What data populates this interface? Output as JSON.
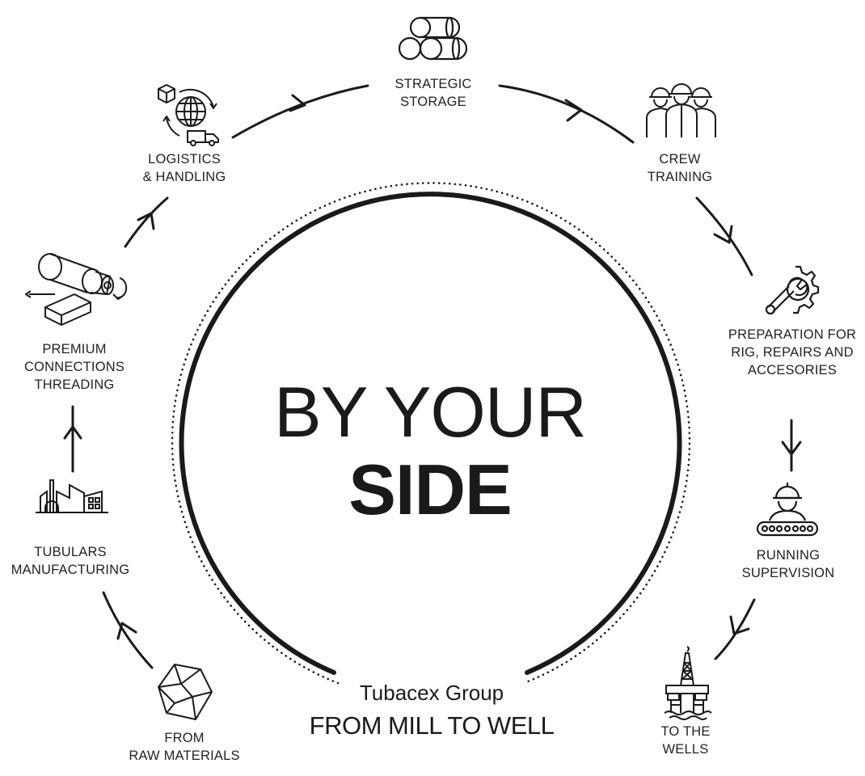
{
  "title": {
    "line1": "BY YOUR",
    "line2": "SIDE"
  },
  "brand": "Tubacex Group",
  "tagline": "FROM MILL TO WELL",
  "stages": [
    {
      "id": "strategic-storage",
      "icon": "pipe-stack-icon",
      "lines": [
        "STRATEGIC",
        "STORAGE"
      ]
    },
    {
      "id": "crew-training",
      "icon": "workers-group-icon",
      "lines": [
        "CREW",
        "TRAINING"
      ]
    },
    {
      "id": "preparation",
      "icon": "gear-wrench-icon",
      "lines": [
        "PREPARATION FOR",
        "RIG, REPAIRS AND",
        "ACCESORIES"
      ]
    },
    {
      "id": "running-supervision",
      "icon": "worker-conveyor-icon",
      "lines": [
        "RUNNING",
        "SUPERVISION"
      ]
    },
    {
      "id": "to-the-wells",
      "icon": "oil-rig-icon",
      "lines": [
        "TO THE",
        "WELLS"
      ]
    },
    {
      "id": "raw-materials",
      "icon": "raw-material-icon",
      "lines": [
        "FROM",
        "RAW MATERIALS"
      ]
    },
    {
      "id": "tubulars-manufacturing",
      "icon": "factory-icon",
      "lines": [
        "TUBULARS",
        "MANUFACTURING"
      ]
    },
    {
      "id": "premium-threading",
      "icon": "threading-machine-icon",
      "lines": [
        "PREMIUM",
        "CONNECTIONS",
        "THREADING"
      ]
    },
    {
      "id": "logistics",
      "icon": "global-logistics-icon",
      "lines": [
        "LOGISTICS",
        "& HANDLING"
      ]
    }
  ],
  "colors": {
    "ink": "#1a1a1a",
    "background": "#ffffff"
  }
}
